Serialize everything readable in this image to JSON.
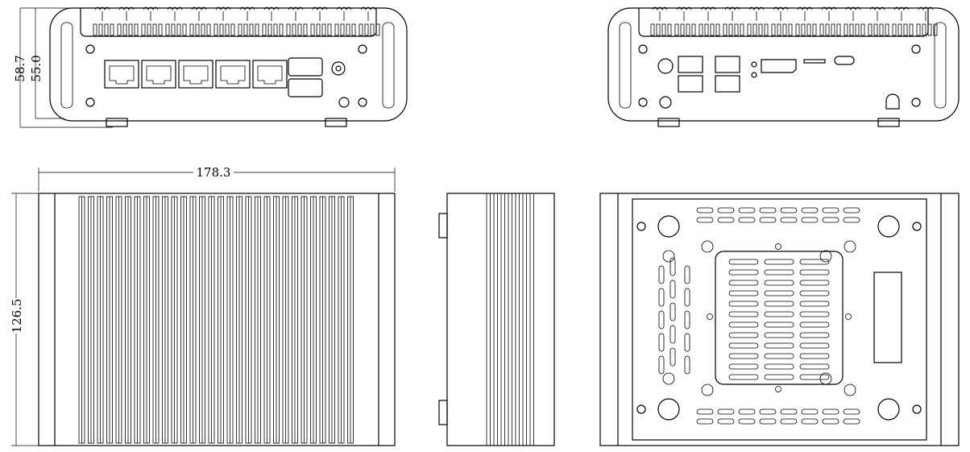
{
  "dimensions": {
    "front_height_total": "58.7",
    "front_height_body": "55.0",
    "top_width": "178.3",
    "top_depth": "126.5"
  },
  "views": [
    "front",
    "rear",
    "top",
    "side",
    "bottom"
  ],
  "front_ports": {
    "lan_count": 5,
    "hdmi_count": 2
  },
  "rear_ports": {
    "usb_count": 4,
    "displayport_count": 1,
    "usb_c_count": 1,
    "sd_slot_count": 1
  },
  "fin_count_top_view": 30
}
